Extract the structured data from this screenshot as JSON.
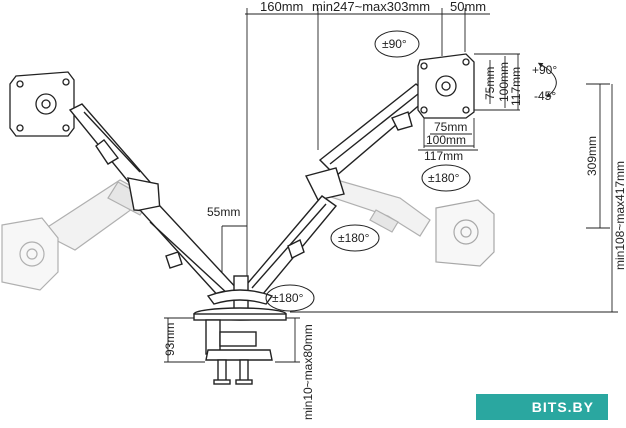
{
  "labels": {
    "arm_offset": "160mm",
    "arm_length": "min247~max303mm",
    "plate_width": "50mm",
    "pole_gap": "55mm",
    "tilt_rotation": "±90°",
    "tilt_up": "+90°",
    "tilt_down": "-45°",
    "swivel_upper_right": "±180°",
    "swivel_mid_right": "±180°",
    "swivel_base": "±180°",
    "vesa_h_75": "75mm",
    "vesa_h_100": "100mm",
    "vesa_h_117": "117mm",
    "vesa_v_75": "75mm",
    "vesa_v_100": "100mm",
    "vesa_v_117": "117mm",
    "arm_height": "309mm",
    "height_range": "min108~max417mm",
    "clamp_height": "93mm",
    "clamp_range": "min10~max80mm"
  },
  "watermark": "BITS.BY",
  "colors": {
    "line": "#222222",
    "ghost": "#9a9a9a",
    "watermark_bg": "#2aa7a0"
  }
}
